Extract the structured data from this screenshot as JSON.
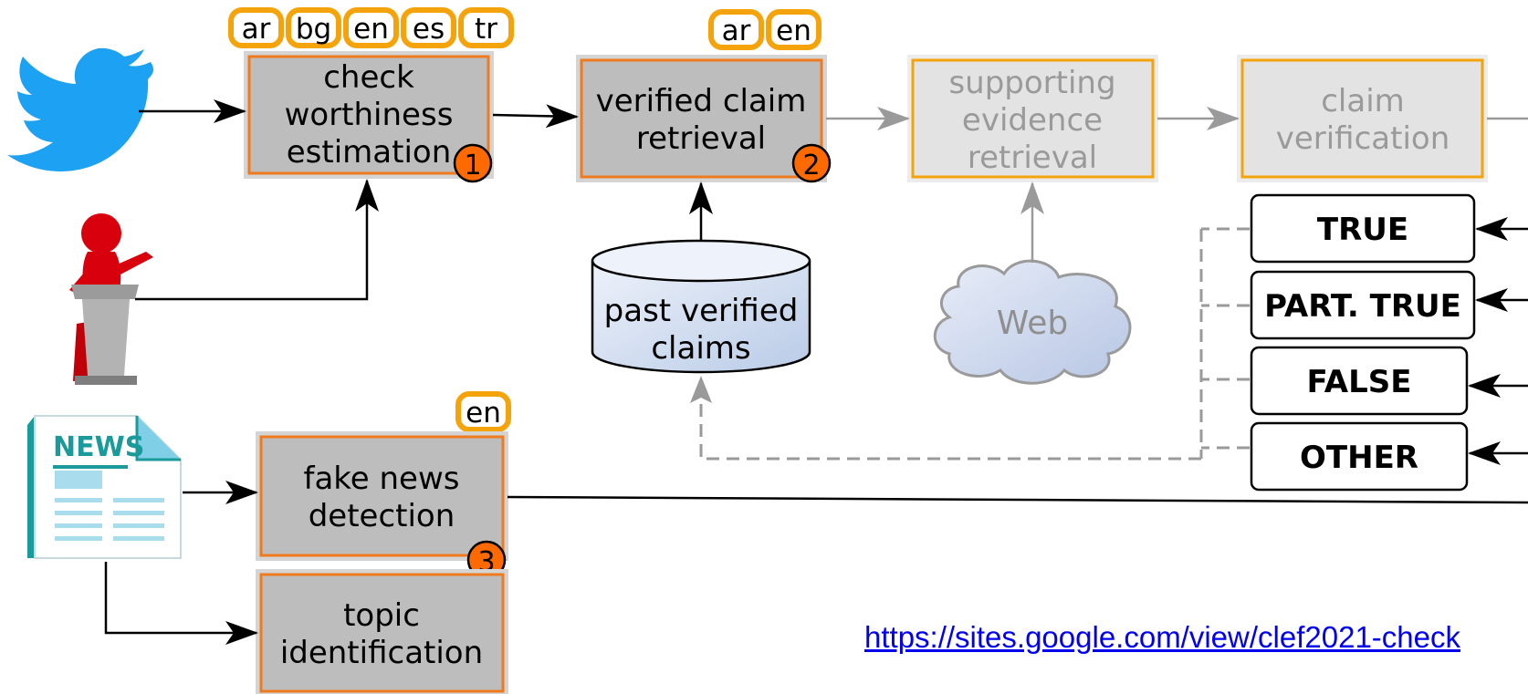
{
  "languages": {
    "task1": [
      "ar",
      "bg",
      "en",
      "es",
      "tr"
    ],
    "task2": [
      "ar",
      "en"
    ],
    "task3": [
      "en"
    ]
  },
  "nodes": {
    "check_worthiness": [
      "check",
      "worthiness",
      "estimation"
    ],
    "verified_claim_retrieval": [
      "verified claim",
      "retrieval"
    ],
    "supporting_evidence": [
      "supporting",
      "evidence",
      "retrieval"
    ],
    "claim_verification": [
      "claim",
      "verification"
    ],
    "fake_news_detection": [
      "fake news",
      "detection"
    ],
    "topic_identification": [
      "topic",
      "identification"
    ],
    "past_verified_claims": [
      "past verified",
      "claims"
    ],
    "web": "Web"
  },
  "badges": {
    "task1": "1",
    "task2": "2",
    "task3": "3"
  },
  "labels": [
    "TRUE",
    "PART. TRUE",
    "FALSE",
    "OTHER"
  ],
  "news_icon_text": "NEWS",
  "url": "https://sites.google.com/view/clef2021-check",
  "colors": {
    "active_fill": "#bdbdbd",
    "inactive_fill": "#e3e3e3",
    "orange_border": "#f07a1e",
    "badge_fill": "#ff6a00",
    "lang_border": "#f5a30a",
    "inactive_text": "#9a9a9a",
    "twitter_blue": "#1da1f2",
    "link_blue": "#0000ee"
  }
}
